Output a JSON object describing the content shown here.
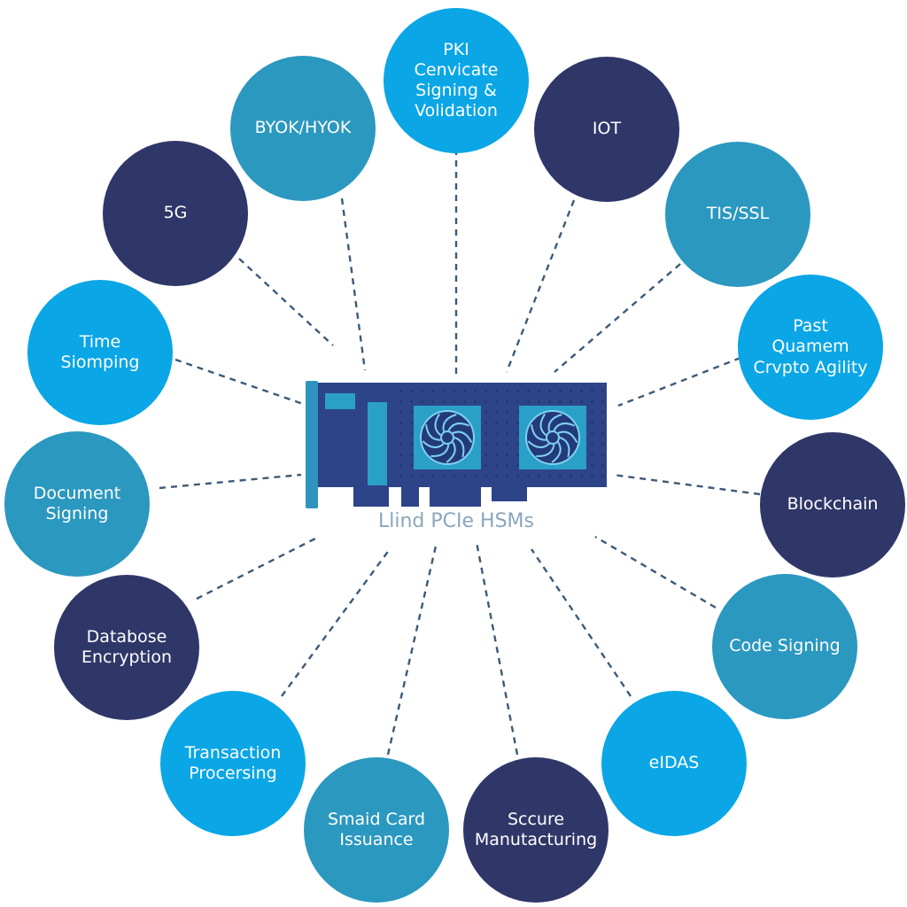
{
  "colors": {
    "navy": "#2f3768",
    "teal": "#2b98c0",
    "sky": "#0aa6e6",
    "card": "#2e4488",
    "card_dark": "#253a76",
    "bracket": "#2f93be",
    "fan_panel": "#2a9fc8",
    "connector": "#3bb3e0",
    "line": "#3d5a78",
    "caption": "#8aa6bc"
  },
  "center": {
    "label": "Llind PCIe HSMs",
    "icon": "pcie-hsm-card-icon"
  },
  "nodes": [
    {
      "id": "pki",
      "label": "PKI\nCenvicate\nSigning &\nVolidation",
      "color": "sky"
    },
    {
      "id": "iot",
      "label": "IOT",
      "color": "navy"
    },
    {
      "id": "tls",
      "label": "TIS/SSL",
      "color": "teal"
    },
    {
      "id": "pq",
      "label": "Past\nQuamem\nCrvpto Agility",
      "color": "sky"
    },
    {
      "id": "blockchain",
      "label": "Blockchain",
      "color": "navy"
    },
    {
      "id": "code-signing",
      "label": "Code Signing",
      "color": "teal"
    },
    {
      "id": "eidas",
      "label": "eIDAS",
      "color": "sky"
    },
    {
      "id": "secure-manufacturing",
      "label": "Sccure\nManutacturing",
      "color": "navy"
    },
    {
      "id": "smart-card",
      "label": "Smaid Card\nIssuance",
      "color": "teal"
    },
    {
      "id": "transaction",
      "label": "Transaction\nProcersing",
      "color": "sky"
    },
    {
      "id": "database",
      "label": "Databose\nEncryption",
      "color": "navy"
    },
    {
      "id": "document-signing",
      "label": "Document\nSigning",
      "color": "teal"
    },
    {
      "id": "time-stamping",
      "label": "Time\nSiomping",
      "color": "sky"
    },
    {
      "id": "5g",
      "label": "5G",
      "color": "navy"
    },
    {
      "id": "byok",
      "label": "BYOK/HYOK",
      "color": "teal"
    }
  ]
}
